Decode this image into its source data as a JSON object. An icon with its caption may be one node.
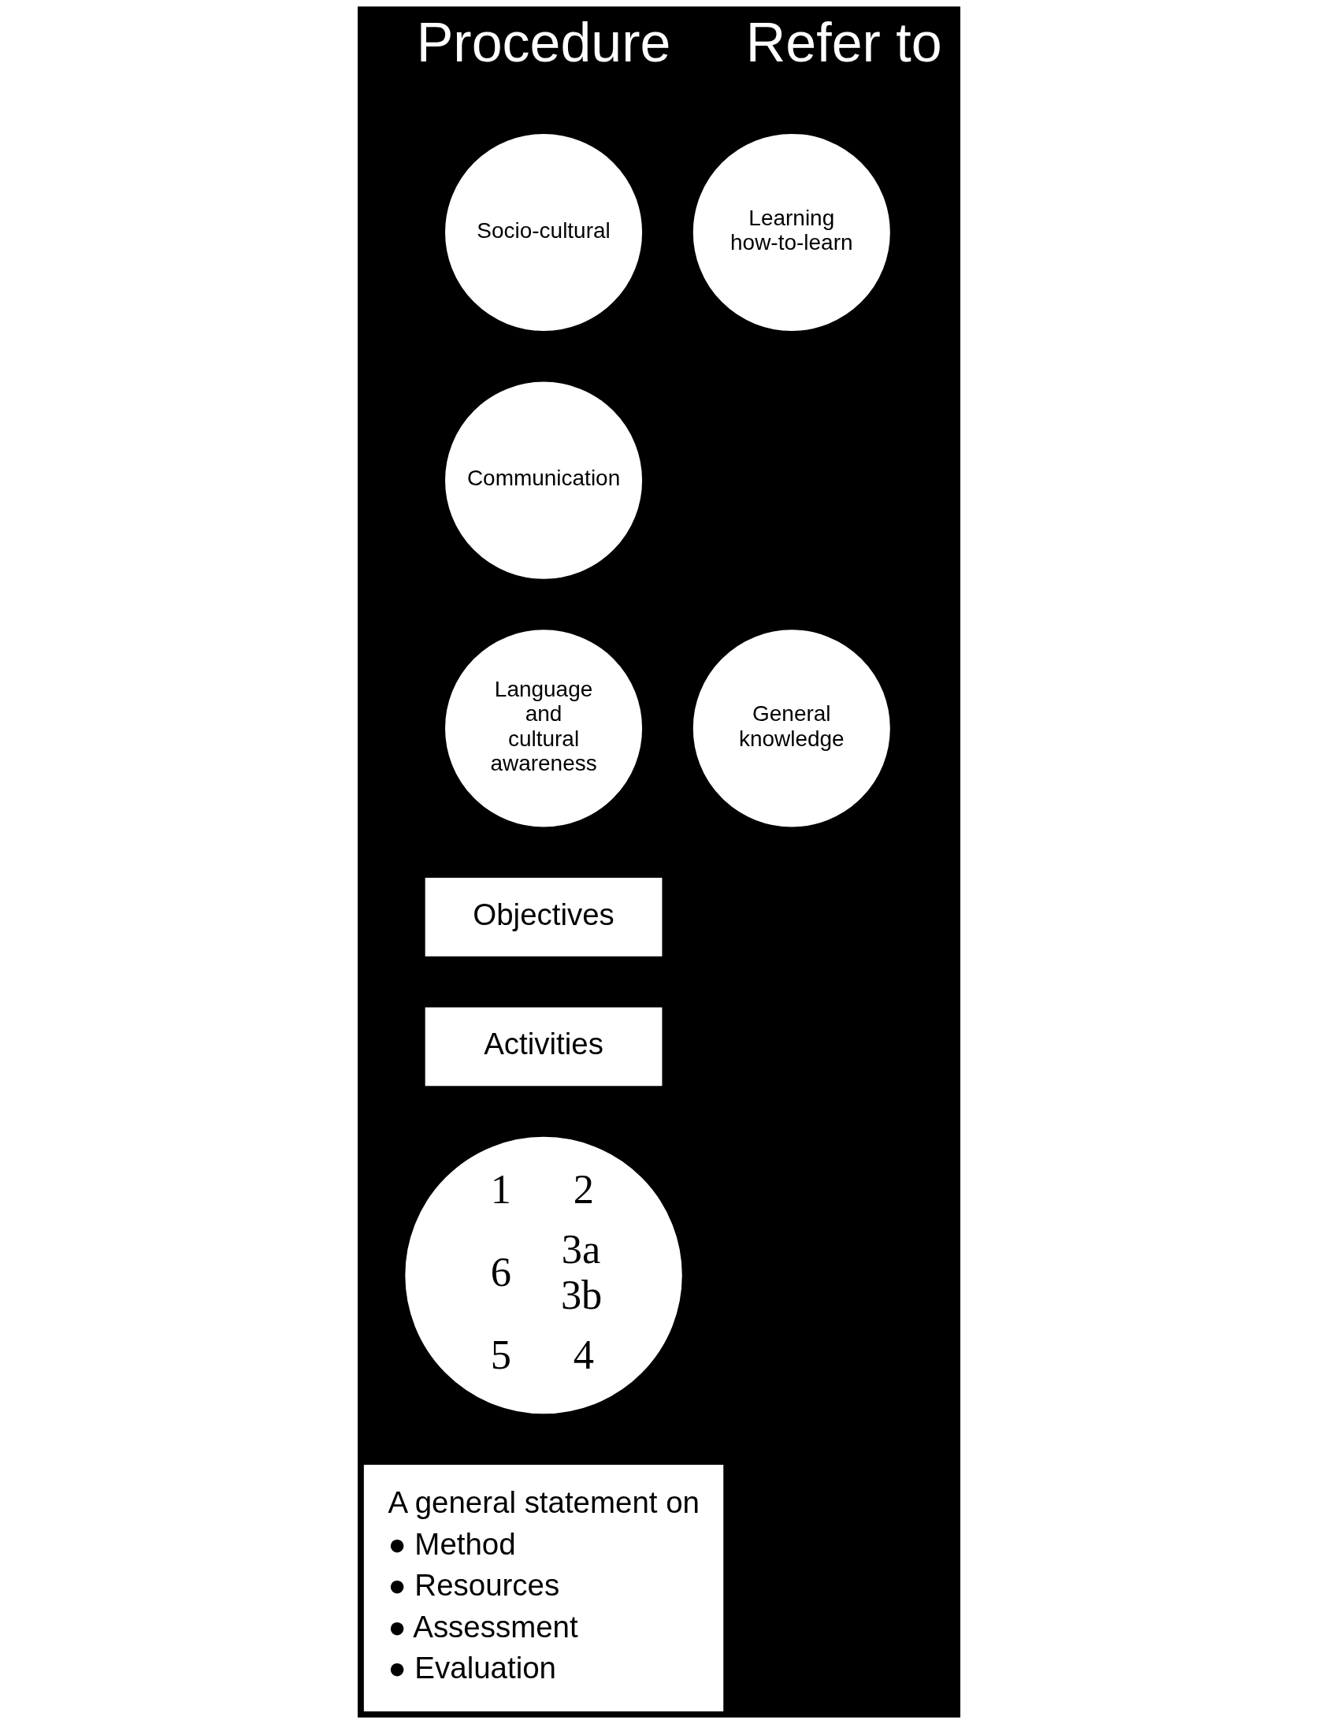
{
  "diagram": {
    "nodes": [
      {
        "text": [
          "Socio-cultural"
        ]
      },
      {
        "text": [
          "Learning how-to-learn"
        ]
      },
      {
        "text": [
          "Communication"
        ]
      },
      {
        "text": [
          "Language and cultural awareness"
        ]
      },
      {
        "text": [
          "General knowledge"
        ]
      },
      {
        "text": [
          "Objectives"
        ]
      },
      {
        "text": [
          "Activities"
        ]
      },
      {
        "text": [
          "1",
          "2",
          "6",
          "3a 3b",
          "5",
          "4"
        ]
      },
      {
        "text": [
          "A general statement on",
          "● Method",
          "● Resources",
          "● Assessment",
          "● Evaluation"
        ]
      }
    ],
    "edges": [],
    "labels": [
      "Procedure",
      "Refer to"
    ]
  }
}
